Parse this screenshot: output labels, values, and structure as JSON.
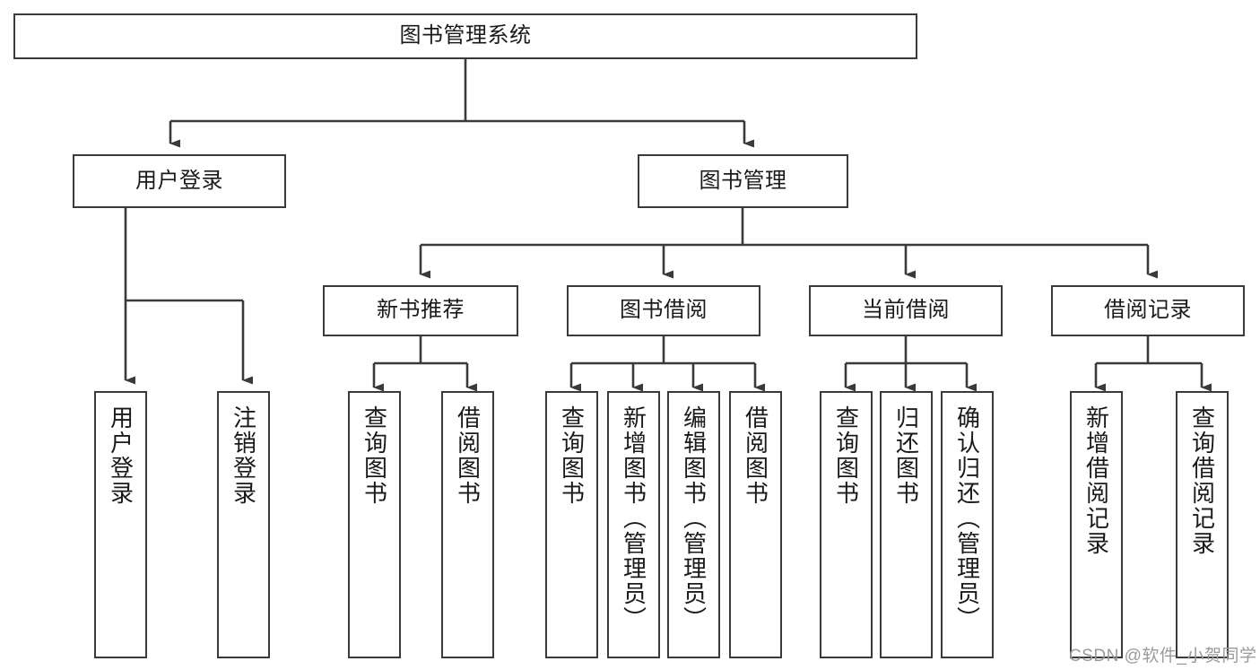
{
  "diagram": {
    "title": "图书管理系统",
    "type": "tree-hierarchy-functional-decomposition",
    "line_color": "#3a3a3a",
    "box_fill": "#ffffff",
    "text_color": "#1a1a1a"
  },
  "root": {
    "label": "图书管理系统"
  },
  "level2": [
    {
      "label": "用户登录"
    },
    {
      "label": "图书管理"
    }
  ],
  "level3": [
    {
      "label": "新书推荐"
    },
    {
      "label": "图书借阅"
    },
    {
      "label": "当前借阅"
    },
    {
      "label": "借阅记录"
    }
  ],
  "leaves": {
    "user_login": [
      {
        "label": "用户登录"
      },
      {
        "label": "注销登录"
      }
    ],
    "new_book_recommend": [
      {
        "label": "查询图书"
      },
      {
        "label": "借阅图书"
      }
    ],
    "book_borrow": [
      {
        "label": "查询图书"
      },
      {
        "label": "新增图书（管理员）"
      },
      {
        "label": "编辑图书（管理员）"
      },
      {
        "label": "借阅图书"
      }
    ],
    "current_borrow": [
      {
        "label": "查询图书"
      },
      {
        "label": "归还图书"
      },
      {
        "label": "确认归还（管理员）"
      }
    ],
    "borrow_record": [
      {
        "label": "新增借阅记录"
      },
      {
        "label": "查询借阅记录"
      }
    ]
  },
  "watermark": {
    "text": "CSDN @软件_小贺同学",
    "color": "#9a9a9a"
  }
}
